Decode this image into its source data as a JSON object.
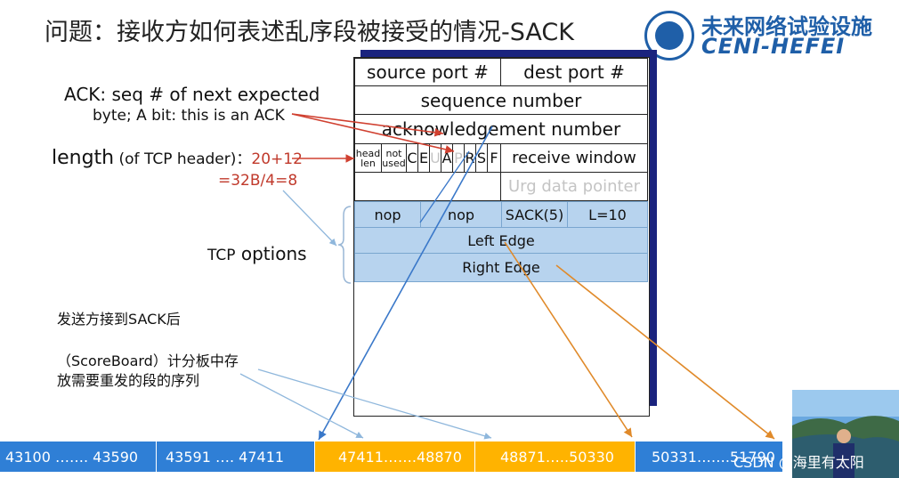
{
  "title": "问题：接收方如何表述乱序段被接受的情况-SACK",
  "logo": {
    "zh": "未来网络试验设施",
    "en": "CENI-HEFEI"
  },
  "header": {
    "source_port": "source port #",
    "dest_port": "dest port #",
    "seq": "sequence number",
    "ack": "acknowledgement number",
    "head_len": [
      "head",
      "len"
    ],
    "not_used": [
      "not",
      "used"
    ],
    "flags": [
      "C",
      "E",
      "U",
      "A",
      "P",
      "R",
      "S",
      "F"
    ],
    "receive_window": "receive window",
    "urg_pointer": "Urg data pointer",
    "nop1": "nop",
    "nop2": "nop",
    "sack": "SACK(5)",
    "l": "L=10",
    "left_edge": "Left Edge",
    "right_edge": "Right Edge"
  },
  "annotations": {
    "ack_line1": "ACK: seq # of next expected",
    "ack_line2": "byte; A bit: this is an ACK",
    "length_main": "length",
    "length_paren": " (of TCP header)",
    "length_colon": "：",
    "length_val1": "20+12",
    "length_val2": "=32B/4=8",
    "tcp_options_a": "TCP",
    "tcp_options_b": " options",
    "sender_note": "发送方接到SACK后",
    "scoreboard_1": "（ScoreBoard）计分板中存",
    "scoreboard_2": "放需要重发的段的序列"
  },
  "segments": [
    {
      "label": "43100   …….   43590",
      "color": "blue"
    },
    {
      "label": "43591   ….        47411",
      "color": "blue"
    },
    {
      "label": "47411…….48870",
      "color": "orange"
    },
    {
      "label": "48871…..50330",
      "color": "orange"
    },
    {
      "label": "50331…….51790",
      "color": "blue"
    }
  ],
  "watermark": "CSDN @海里有太阳",
  "colors": {
    "blue": "#2f7fd6",
    "orange": "#ffb300",
    "option_fill": "#b7d3ee",
    "red": "#c0392b"
  }
}
